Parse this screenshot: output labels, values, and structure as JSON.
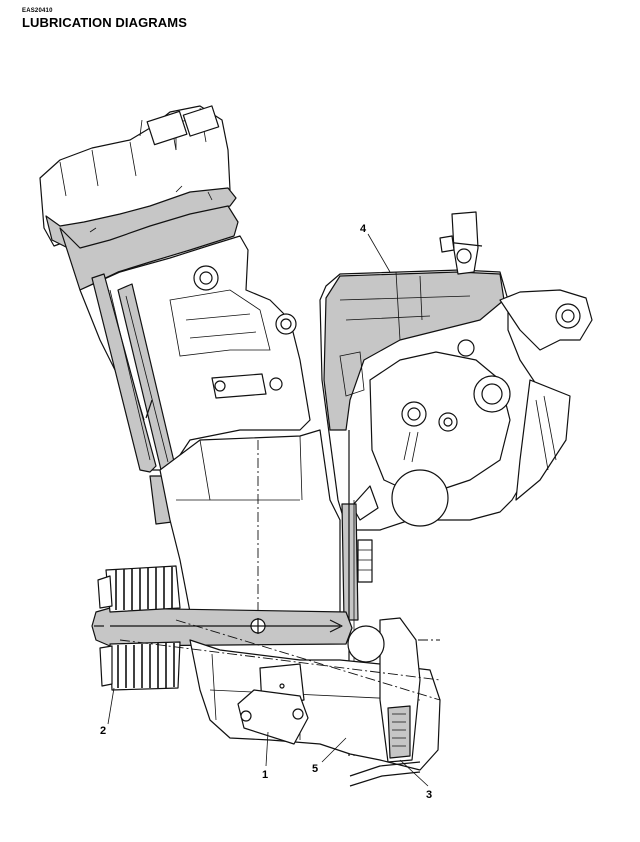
{
  "header": {
    "code": "EAS20410",
    "title": "LUBRICATION DIAGRAMS"
  },
  "callouts": {
    "c1": "1",
    "c2": "2",
    "c3": "3",
    "c4": "4",
    "c5": "5"
  },
  "colors": {
    "oil_passage_fill": "#c6c6c6",
    "line": "#111111"
  }
}
